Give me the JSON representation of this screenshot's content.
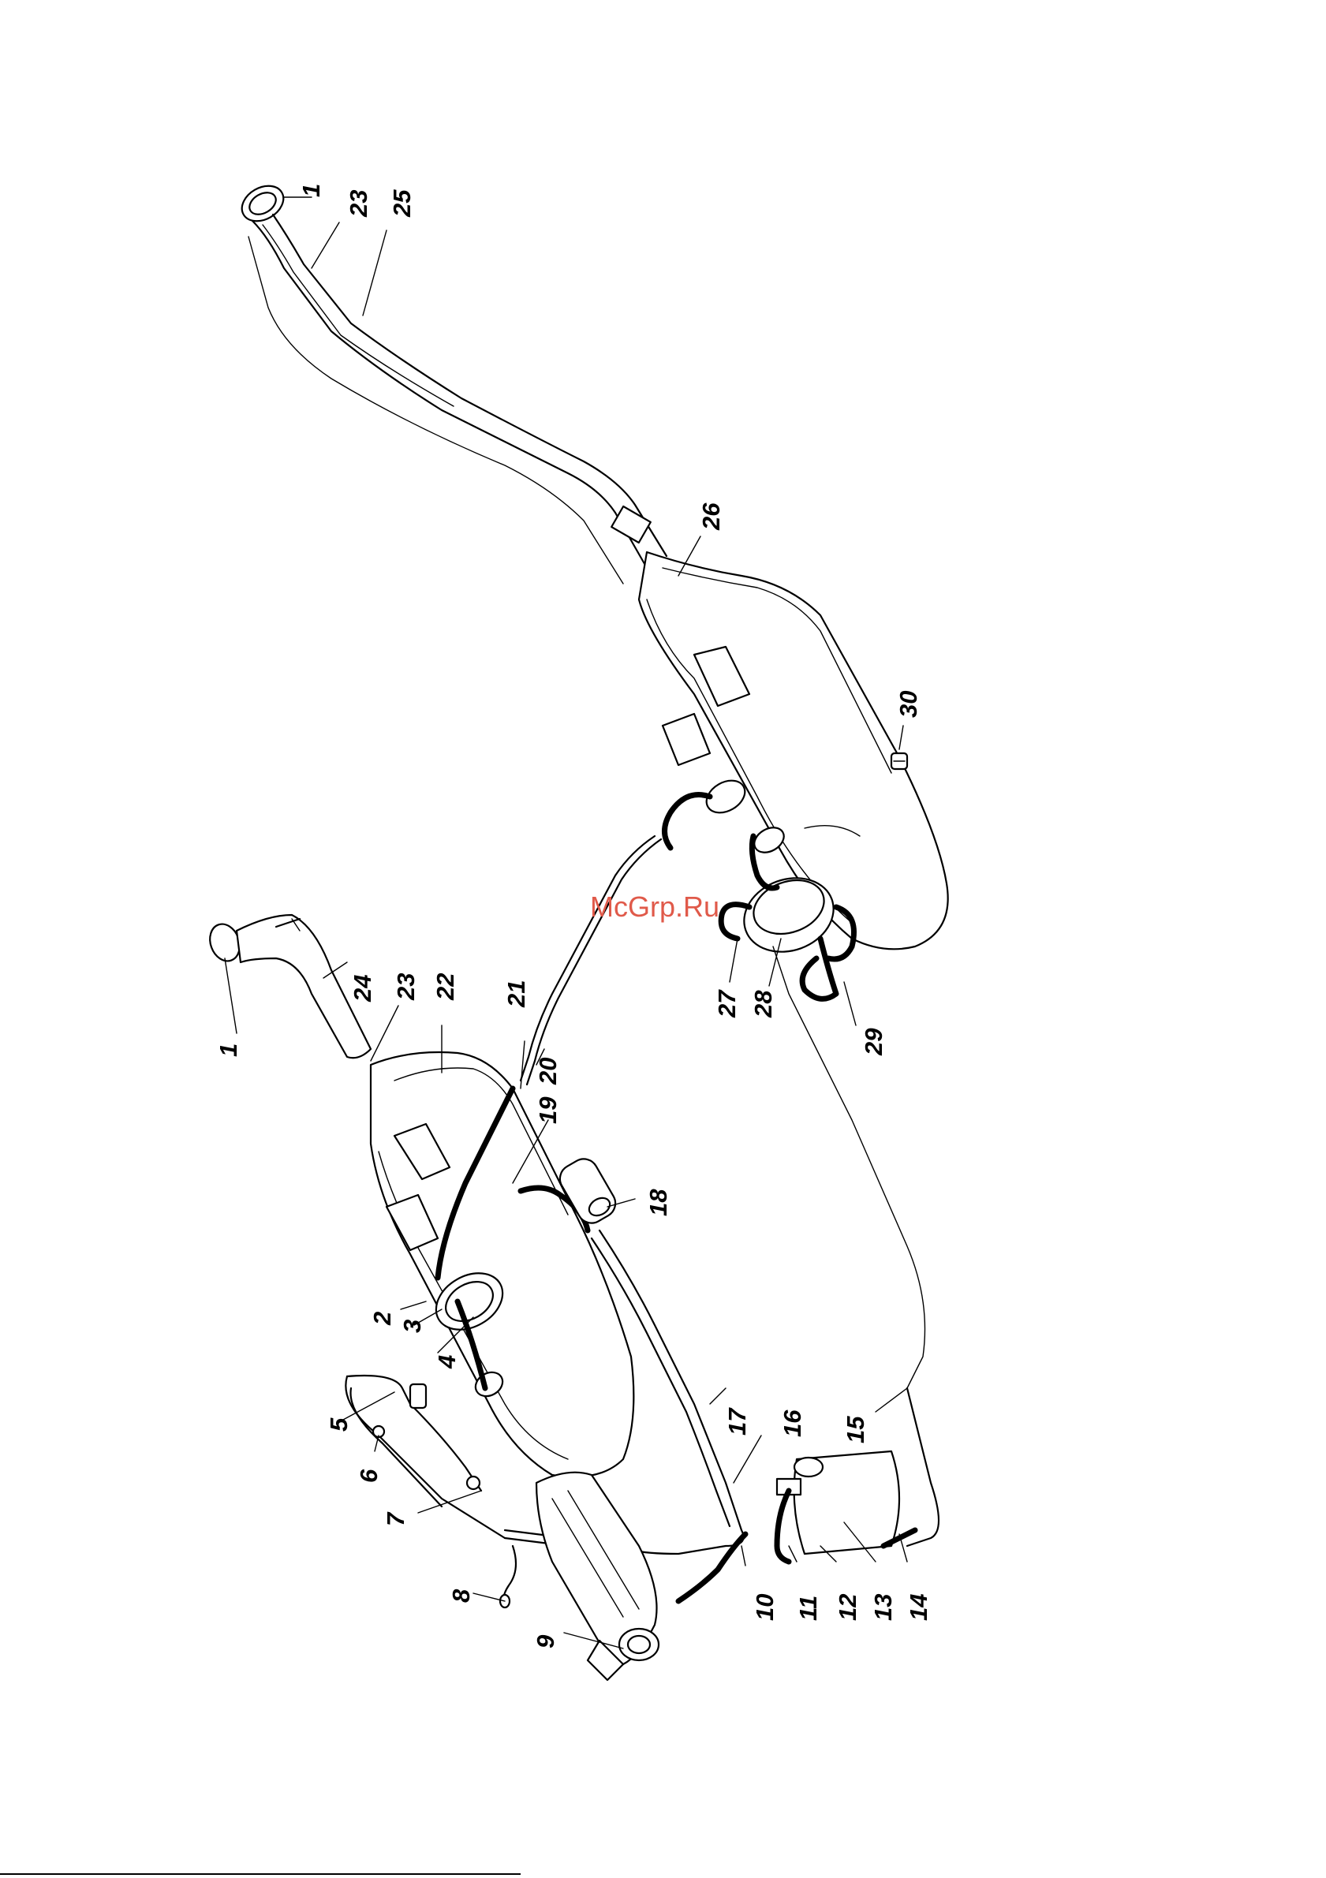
{
  "watermark": "McGrp.Ru",
  "callouts": [
    {
      "id": "c1a",
      "text": "1"
    },
    {
      "id": "c23a",
      "text": "23"
    },
    {
      "id": "c25",
      "text": "25"
    },
    {
      "id": "c26",
      "text": "26"
    },
    {
      "id": "c30",
      "text": "30"
    },
    {
      "id": "c1b",
      "text": "1"
    },
    {
      "id": "c24",
      "text": "24"
    },
    {
      "id": "c23b",
      "text": "23"
    },
    {
      "id": "c22",
      "text": "22"
    },
    {
      "id": "c21",
      "text": "21"
    },
    {
      "id": "c20",
      "text": "20"
    },
    {
      "id": "c19",
      "text": "19"
    },
    {
      "id": "c18",
      "text": "18"
    },
    {
      "id": "c27",
      "text": "27"
    },
    {
      "id": "c28",
      "text": "28"
    },
    {
      "id": "c29",
      "text": "29"
    },
    {
      "id": "c2",
      "text": "2"
    },
    {
      "id": "c3",
      "text": "3"
    },
    {
      "id": "c4",
      "text": "4"
    },
    {
      "id": "c5",
      "text": "5"
    },
    {
      "id": "c6",
      "text": "6"
    },
    {
      "id": "c7",
      "text": "7"
    },
    {
      "id": "c8",
      "text": "8"
    },
    {
      "id": "c9",
      "text": "9"
    },
    {
      "id": "c10",
      "text": "10"
    },
    {
      "id": "c11",
      "text": "11"
    },
    {
      "id": "c12",
      "text": "12"
    },
    {
      "id": "c13",
      "text": "13"
    },
    {
      "id": "c14",
      "text": "14"
    },
    {
      "id": "c15",
      "text": "15"
    },
    {
      "id": "c16",
      "text": "16"
    },
    {
      "id": "c17",
      "text": "17"
    }
  ]
}
